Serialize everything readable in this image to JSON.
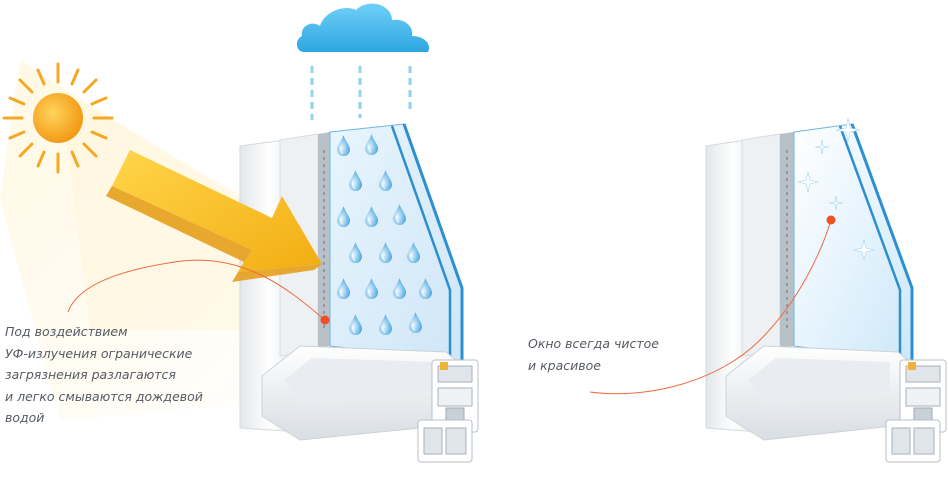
{
  "captions": {
    "left": [
      "Под воздействием",
      "УФ-излучения огранические",
      "загрязнения разлагаются",
      "и легко смываются дождевой",
      "водой"
    ],
    "right": [
      "Окно всегда чистое",
      "и красивое"
    ]
  },
  "icons": [
    "sun-icon",
    "cloud-icon",
    "arrow-icon",
    "raindrop-icon",
    "sparkle-icon",
    "window-profile"
  ],
  "colors": {
    "sun": "#f5a823",
    "arrow": "#f6c21e",
    "cloud": "#3bb5ea",
    "rain": "#5fb6e8",
    "glass": "#d6ecfa",
    "frame": "#f4f6f8",
    "pointer_dot": "#f04e23",
    "pointer_line": "#f06a3f",
    "text": "#555b63"
  }
}
